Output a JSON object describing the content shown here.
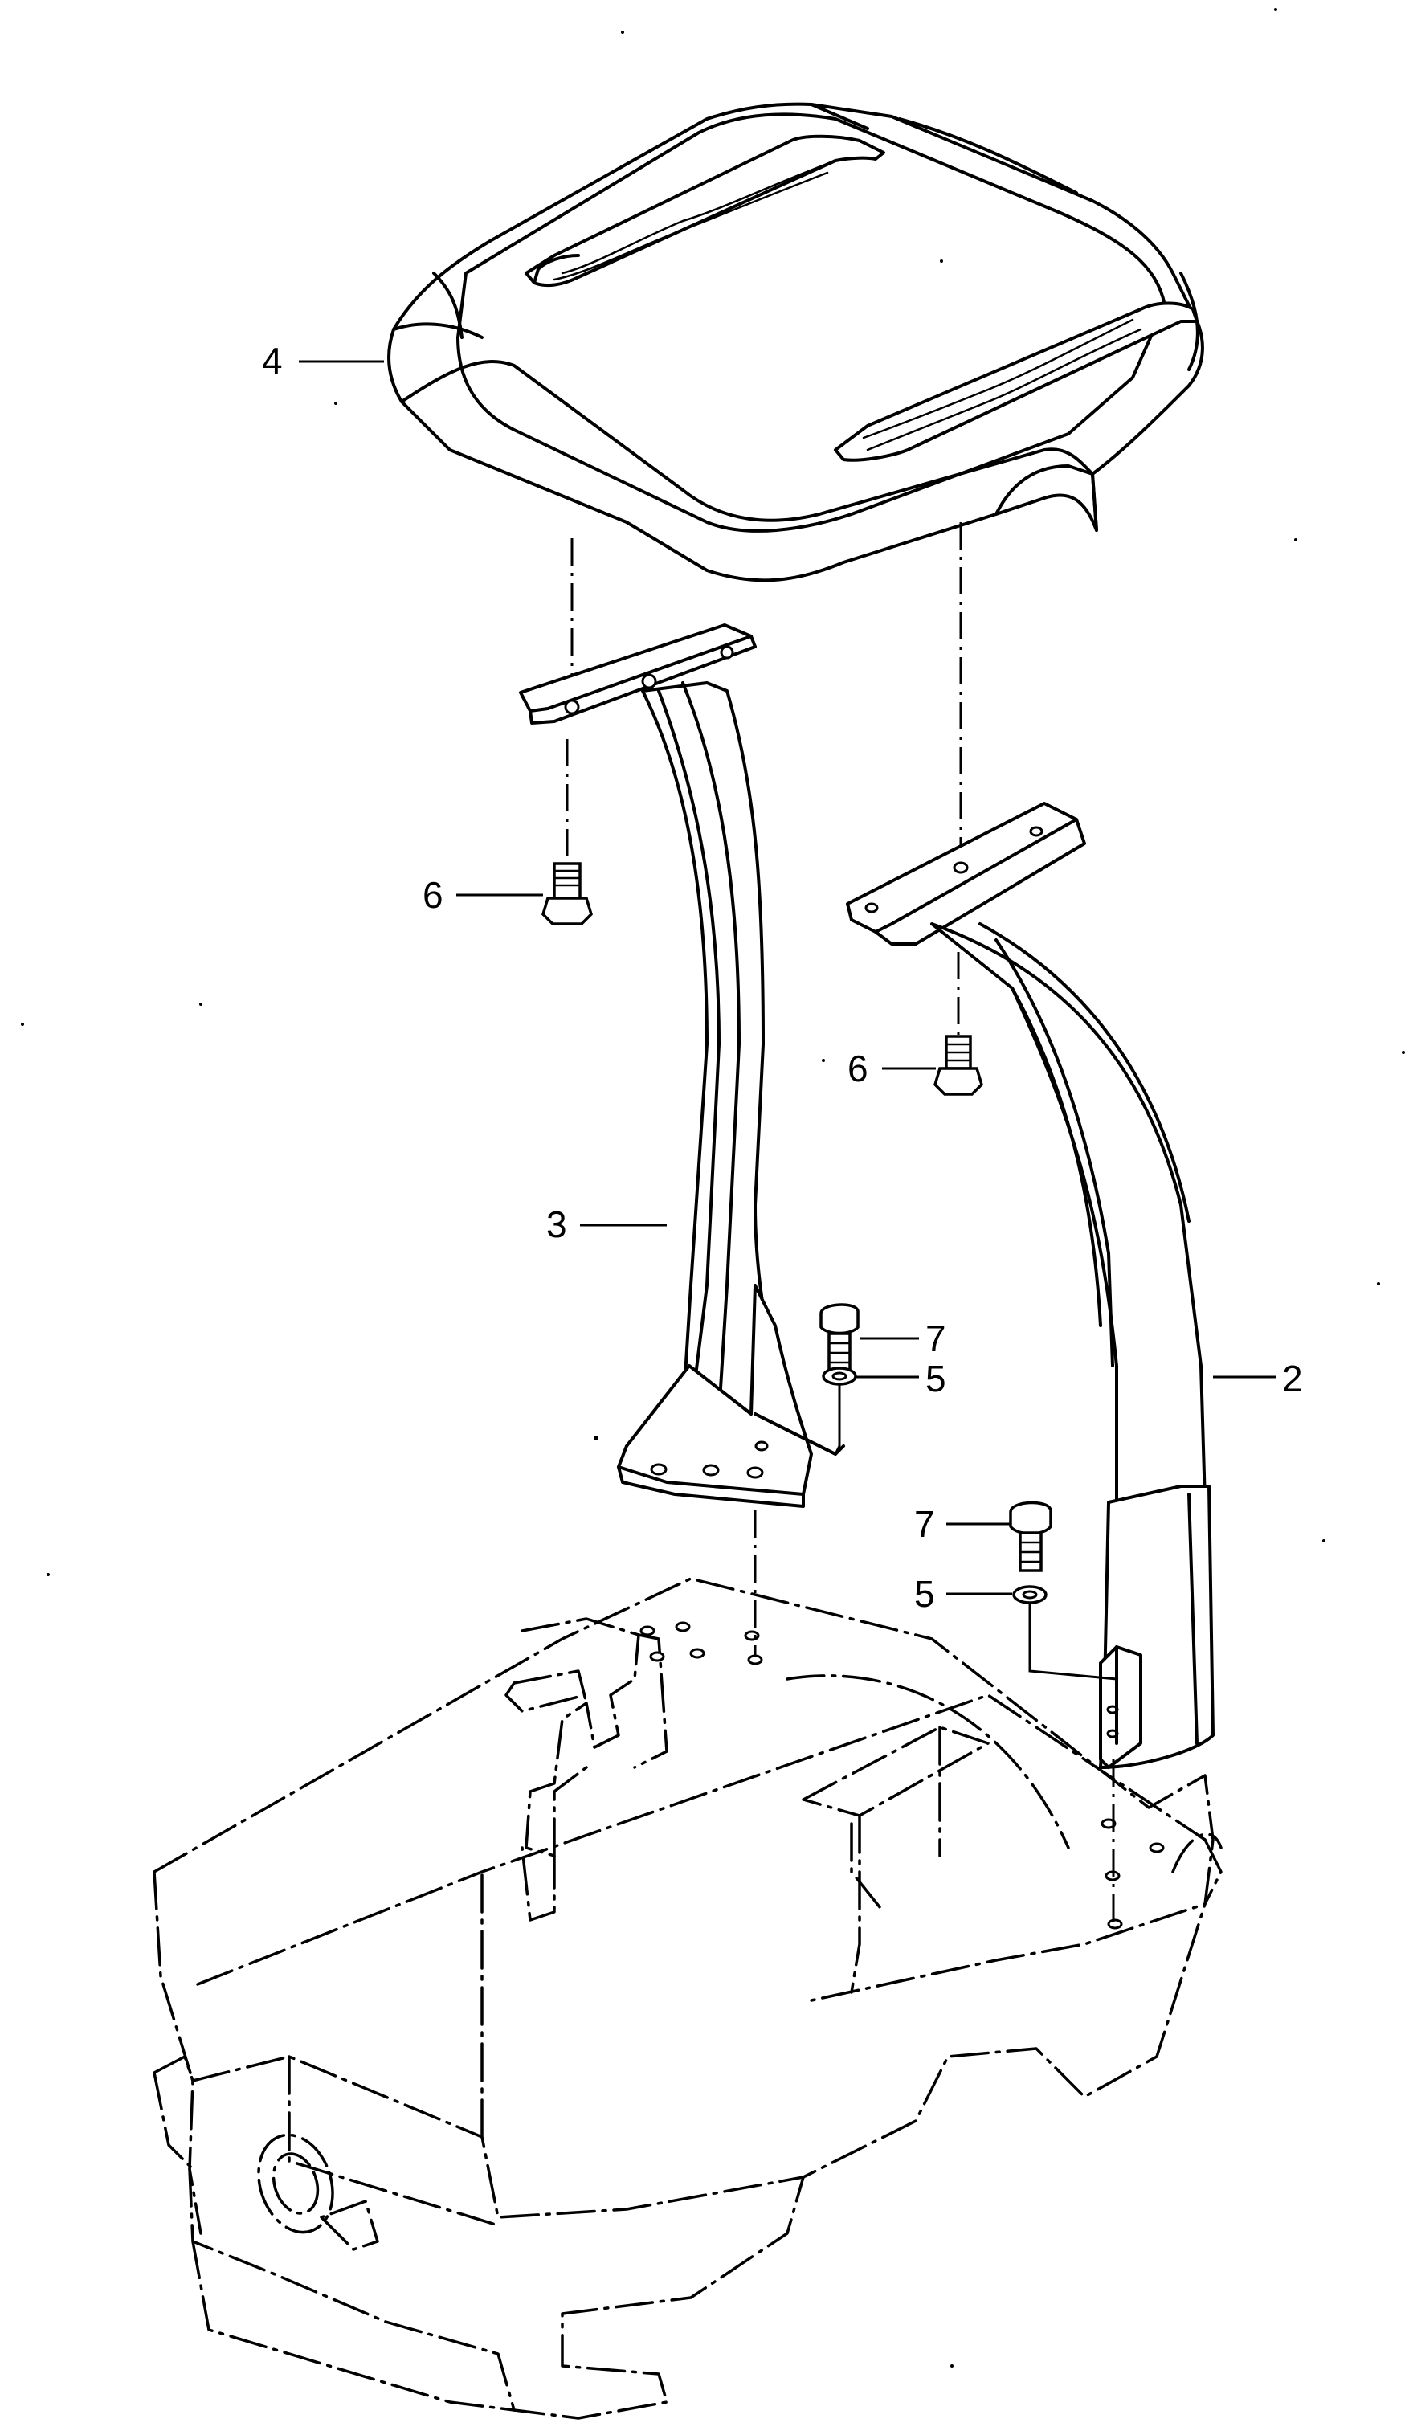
{
  "diagram": {
    "callouts": [
      {
        "id": "4",
        "label": "4"
      },
      {
        "id": "6a",
        "label": "6"
      },
      {
        "id": "6b",
        "label": "6"
      },
      {
        "id": "3",
        "label": "3"
      },
      {
        "id": "7a",
        "label": "7"
      },
      {
        "id": "5a",
        "label": "5"
      },
      {
        "id": "2",
        "label": "2"
      },
      {
        "id": "7b",
        "label": "7"
      },
      {
        "id": "5b",
        "label": "5"
      }
    ]
  }
}
